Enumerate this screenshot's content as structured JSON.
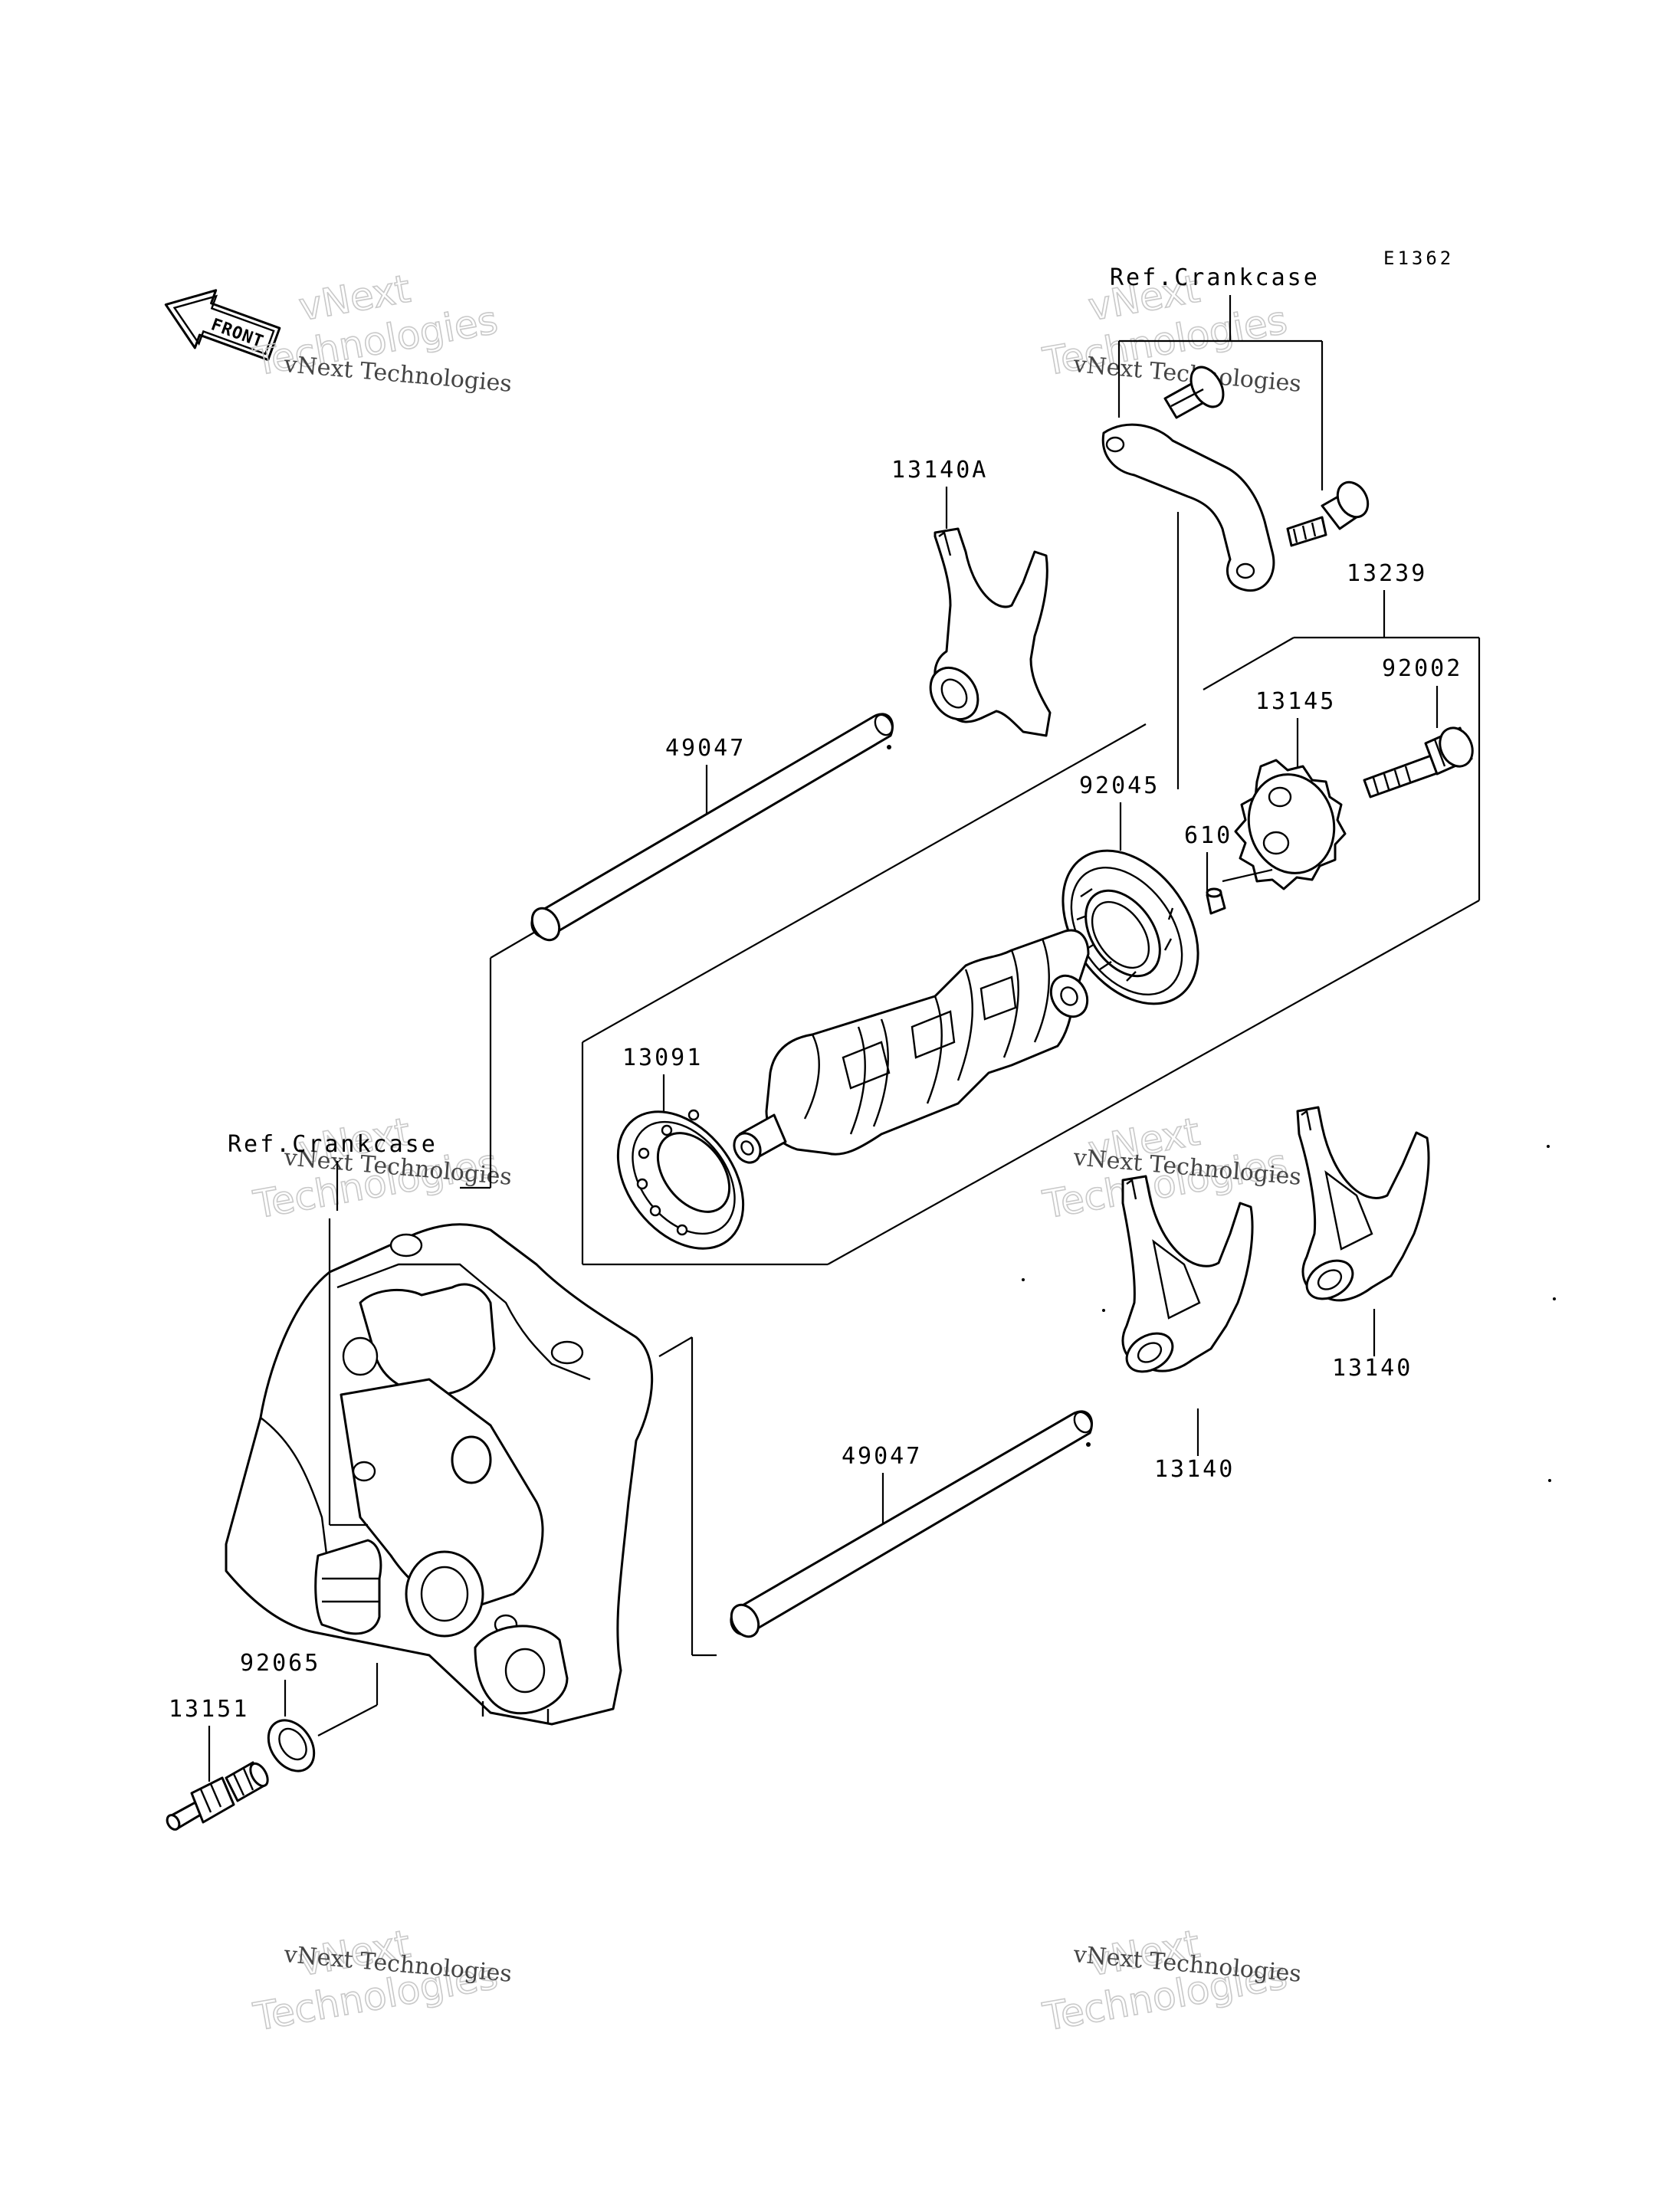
{
  "diagram_code": "E1362",
  "front_indicator": "FRONT",
  "ref_labels": {
    "crankcase_top": "Ref.Crankcase",
    "crankcase_left": "Ref.Crankcase"
  },
  "part_labels": {
    "p13140A": "13140A",
    "p13239": "13239",
    "p92002": "92002",
    "p13145": "13145",
    "p49047_top": "49047",
    "p92045": "92045",
    "p610": "610",
    "p13091": "13091",
    "p13140_right": "13140",
    "p13140_mid": "13140",
    "p49047_bottom": "49047",
    "p92065": "92065",
    "p13151": "13151"
  },
  "watermark": {
    "line1": "vNext Technologies",
    "line2": "vNext",
    "line3": "Technologies"
  }
}
